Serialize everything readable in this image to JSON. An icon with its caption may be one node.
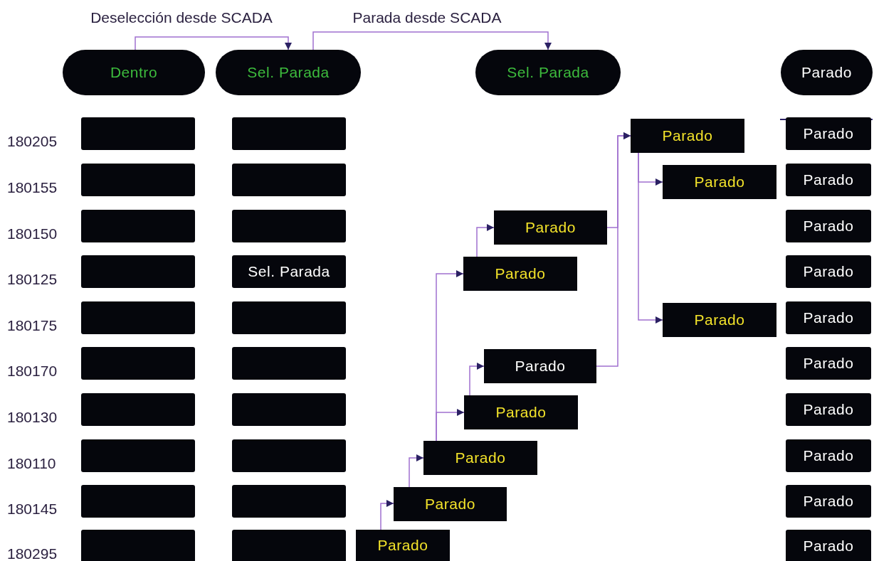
{
  "diagram": {
    "nodes": [
      {
        "text": [
          "Dentro"
        ]
      },
      {
        "text": [
          "Sel. Parada"
        ]
      },
      {
        "text": [
          "Sel. Parada"
        ]
      },
      {
        "text": [
          "Parado"
        ]
      },
      {
        "text": [],
        "shape": "box"
      },
      {
        "text": [],
        "shape": "box"
      },
      {
        "text": [],
        "shape": "box"
      },
      {
        "text": [],
        "shape": "box"
      },
      {
        "text": [],
        "shape": "box"
      },
      {
        "text": [],
        "shape": "box"
      },
      {
        "text": [],
        "shape": "box"
      },
      {
        "text": [],
        "shape": "box"
      },
      {
        "text": [],
        "shape": "box"
      },
      {
        "text": [],
        "shape": "box"
      },
      {
        "text": [],
        "shape": "box"
      },
      {
        "text": [],
        "shape": "box"
      },
      {
        "text": [],
        "shape": "box"
      },
      {
        "text": [
          "Sel. Parada"
        ]
      },
      {
        "text": [],
        "shape": "box"
      },
      {
        "text": [],
        "shape": "box"
      },
      {
        "text": [],
        "shape": "box"
      },
      {
        "text": [],
        "shape": "box"
      },
      {
        "text": [],
        "shape": "box"
      },
      {
        "text": [],
        "shape": "box"
      },
      {
        "text": [
          "Parado"
        ]
      },
      {
        "text": [
          "Parado"
        ]
      },
      {
        "text": [
          "Parado"
        ]
      },
      {
        "text": [
          "Parado"
        ]
      },
      {
        "text": [
          "Parado"
        ]
      },
      {
        "text": [
          "Parado"
        ]
      },
      {
        "text": [
          "Parado"
        ]
      },
      {
        "text": [
          "Parado"
        ]
      },
      {
        "text": [
          "Parado"
        ]
      },
      {
        "text": [
          "Parado"
        ]
      },
      {
        "text": [
          "Parado"
        ]
      },
      {
        "text": [
          "Parado"
        ]
      },
      {
        "text": [
          "Parado"
        ]
      },
      {
        "text": [
          "Parado"
        ]
      },
      {
        "text": [
          "Parado"
        ]
      },
      {
        "text": [
          "Parado"
        ]
      },
      {
        "text": [
          "Parado"
        ]
      },
      {
        "text": [
          "Parado"
        ]
      },
      {
        "text": [
          "Parado"
        ]
      },
      {
        "text": [
          "Parado"
        ]
      }
    ],
    "edges": [
      {
        "from": 0,
        "to": 1,
        "arrow": "to",
        "label": "Deselección desde SCADA"
      },
      {
        "from": 1,
        "to": 2,
        "arrow": "to",
        "label": "Parada desde SCADA"
      },
      {
        "from": 34,
        "to": 35,
        "arrow": "to"
      },
      {
        "from": 35,
        "to": 36,
        "arrow": "to"
      },
      {
        "from": 36,
        "to": 37,
        "arrow": "to"
      },
      {
        "from": 36,
        "to": 39,
        "arrow": "to"
      },
      {
        "from": 37,
        "to": 38,
        "arrow": "to"
      },
      {
        "from": 39,
        "to": 40,
        "arrow": "to"
      },
      {
        "from": 40,
        "to": 41,
        "arrow": "to"
      },
      {
        "from": 38,
        "to": 41,
        "arrow": "to"
      },
      {
        "from": 41,
        "to": 42,
        "arrow": "to"
      },
      {
        "from": 41,
        "to": 43,
        "arrow": "to"
      }
    ],
    "labels": [
      "180205",
      "180155",
      "180150",
      "180125",
      "180175",
      "180170",
      "180130",
      "180110",
      "180145",
      "180295"
    ]
  }
}
